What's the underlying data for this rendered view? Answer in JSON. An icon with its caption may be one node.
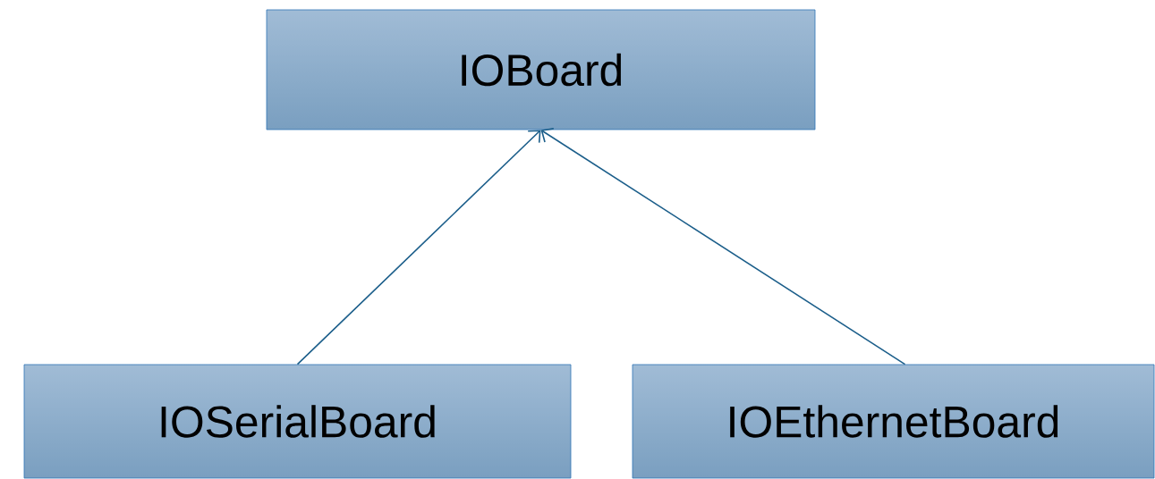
{
  "diagram": {
    "nodes": [
      {
        "text": [
          "IOBoard"
        ]
      },
      {
        "text": [
          "IOSerialBoard"
        ]
      },
      {
        "text": [
          "IOEthernetBoard"
        ]
      }
    ],
    "edges": [
      {
        "from": 1,
        "to": 0,
        "arrow": "to"
      },
      {
        "from": 2,
        "to": 0,
        "arrow": "to"
      }
    ]
  }
}
